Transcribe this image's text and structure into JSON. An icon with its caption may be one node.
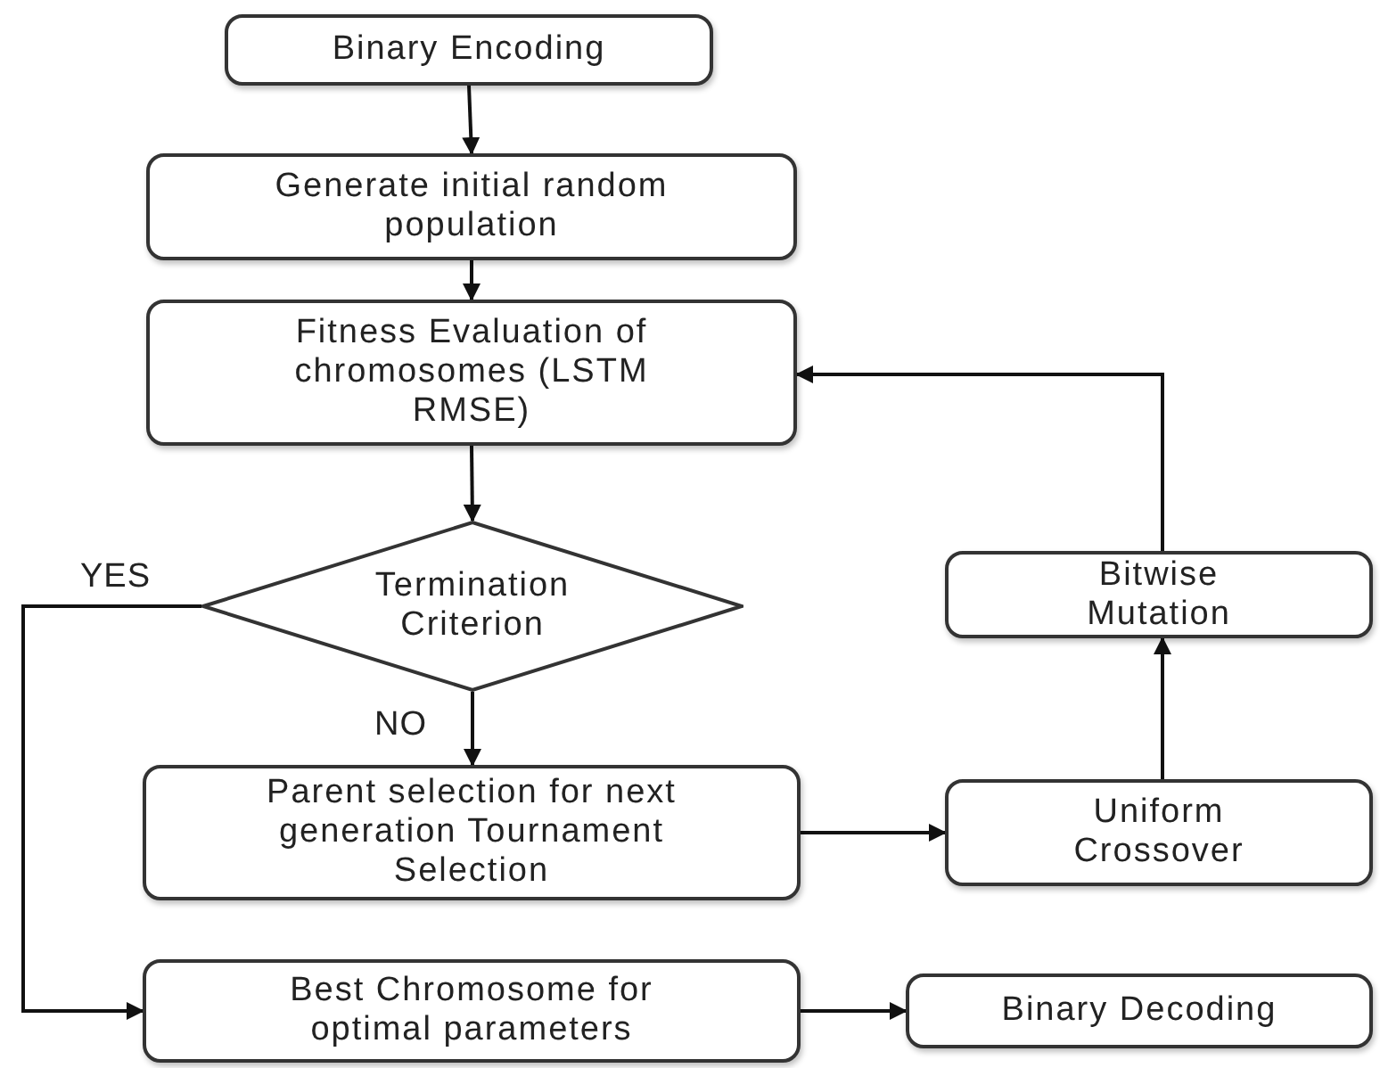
{
  "diagram": {
    "nodes": [
      {
        "text": [
          "Binary Encoding"
        ]
      },
      {
        "text": [
          "Generate initial random population"
        ]
      },
      {
        "text": [
          "Fitness Evaluation of chromosomes (LSTM RMSE)"
        ]
      },
      {
        "text": [
          "Termination Criterion"
        ]
      },
      {
        "text": [
          "Parent selection for next generation Tournament Selection"
        ]
      },
      {
        "text": [
          "Uniform Crossover"
        ]
      },
      {
        "text": [
          "Bitwise Mutation"
        ]
      },
      {
        "text": [
          "Best Chromosome for optimal parameters"
        ]
      },
      {
        "text": [
          "Binary Decoding"
        ]
      }
    ],
    "edges": [
      {
        "from": 0,
        "to": 1,
        "arrow": "to"
      },
      {
        "from": 1,
        "to": 2,
        "arrow": "to"
      },
      {
        "from": 2,
        "to": 3,
        "arrow": "to"
      },
      {
        "from": 3,
        "to": 4,
        "arrow": "to",
        "label": "NO"
      },
      {
        "from": 3,
        "to": 7,
        "arrow": "to",
        "label": "YES"
      },
      {
        "from": 4,
        "to": 5,
        "arrow": "to"
      },
      {
        "from": 5,
        "to": 6,
        "arrow": "to"
      },
      {
        "from": 6,
        "to": 2,
        "arrow": "to"
      },
      {
        "from": 7,
        "to": 8,
        "arrow": "to"
      }
    ]
  }
}
